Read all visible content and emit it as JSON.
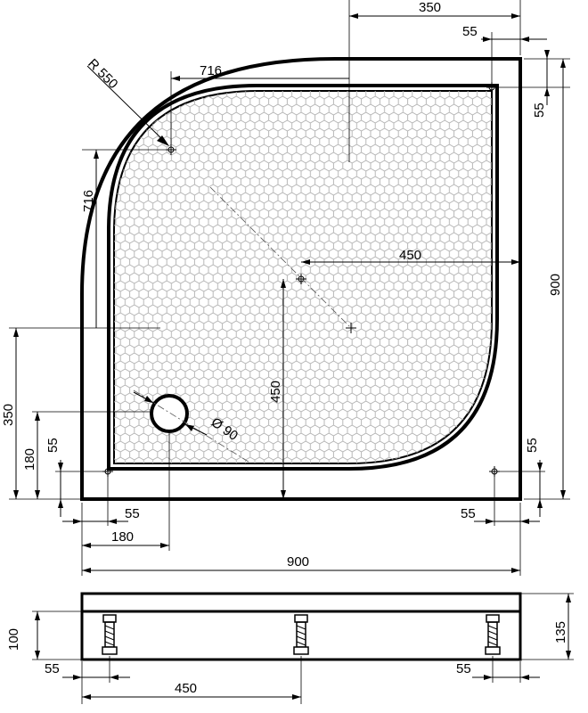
{
  "plan": {
    "width": "900",
    "depth": "900",
    "radius": "R 550",
    "arc_len_top": "716",
    "arc_len_left": "716",
    "corner_top": "350",
    "corner_right": "350",
    "waste_x": "180",
    "waste_y": "180",
    "waste_diameter": "Ø 90",
    "center_x": "450",
    "center_y": "450",
    "margin_top": "55",
    "margin_right_top": "55",
    "margin_bottom_left": "55",
    "margin_bottom_right": "55",
    "margin_left": "55",
    "margin_right_bottom": "55"
  },
  "elevation": {
    "total_height": "135",
    "leg_height": "100",
    "leg_left_offset": "55",
    "leg_right_offset": "55",
    "leg_center_offset": "450"
  },
  "colors": {
    "line": "#000000",
    "texture": "#b0b0b0",
    "background": "#ffffff"
  }
}
